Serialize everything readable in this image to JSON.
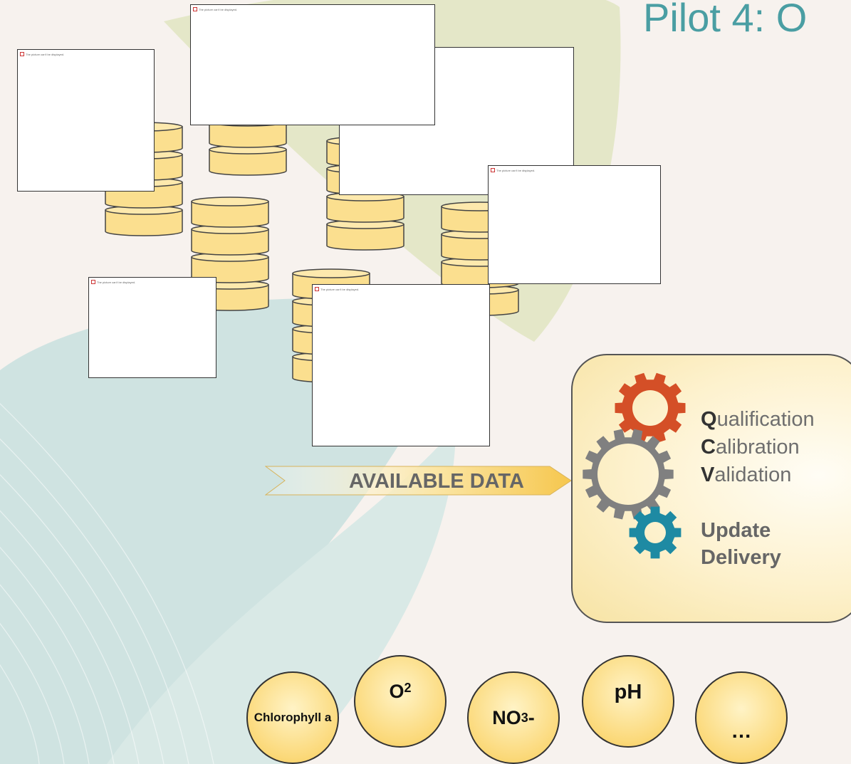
{
  "title": "Pilot 4: O",
  "broken_image_text": "The picture can't be displayed.",
  "available_data_label": "AVAILABLE DATA",
  "steps": [
    {
      "initial": "Q",
      "rest": "ualification"
    },
    {
      "initial": "C",
      "rest": "alibration"
    },
    {
      "initial": "V",
      "rest": "alidation"
    }
  ],
  "update_label": "Update",
  "delivery_label": "Delivery",
  "variables": [
    "Chlorophyll a",
    "O",
    "2",
    "NO",
    "3",
    "-",
    "pH",
    "…"
  ],
  "colors": {
    "title": "#4a9ea3",
    "disk_fill": "#fbdf8f",
    "gear_orange": "#d44f27",
    "gear_gray": "#808080",
    "gear_teal": "#1e8aa3",
    "leaf_green": "#e4e7c8",
    "leaf_teal": "#cfe3e1"
  }
}
